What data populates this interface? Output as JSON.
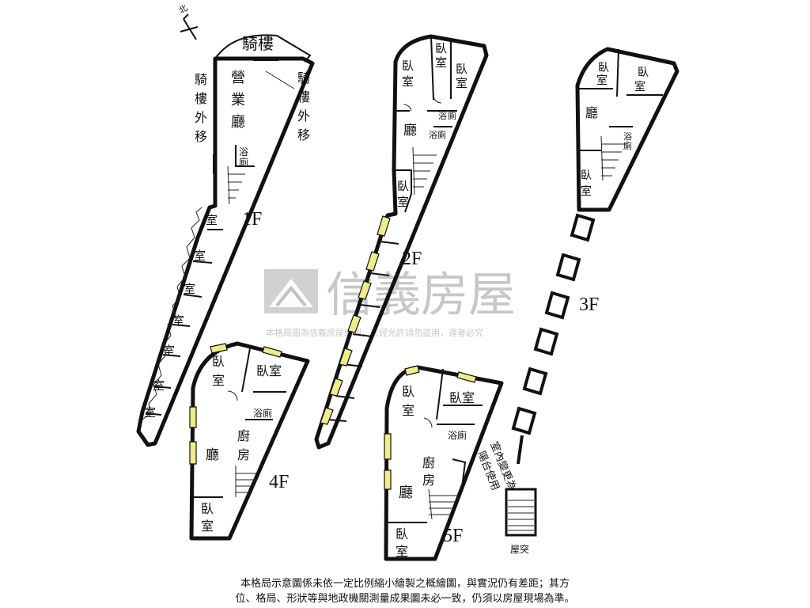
{
  "north_label": "北",
  "floors": {
    "f1": {
      "name": "1F",
      "rooms": {
        "arcade": "騎樓",
        "business_hall": [
          "營",
          "業",
          "廳"
        ],
        "arcade_left": [
          "騎",
          "樓",
          "外",
          "移"
        ],
        "arcade_right": [
          "騎",
          "樓",
          "外",
          "移"
        ],
        "bath": [
          "浴",
          "廁"
        ],
        "rooms": [
          "室",
          "室",
          "室",
          "室",
          "室",
          "室",
          "室"
        ]
      }
    },
    "f2": {
      "name": "2F",
      "rooms": {
        "bed_a": [
          "臥",
          "室"
        ],
        "bed_b": [
          "臥",
          "室"
        ],
        "bed_c": [
          "臥",
          "室"
        ],
        "hall": "廳",
        "bath": [
          "浴",
          "廁"
        ],
        "bath2": "浴廁",
        "bed_d": [
          "臥",
          "室"
        ]
      }
    },
    "f3": {
      "name": "3F",
      "rooms": {
        "bed_a": [
          "臥",
          "室"
        ],
        "bed_b": [
          "臥",
          "室"
        ],
        "hall": "廳",
        "bath": [
          "浴",
          "廁"
        ],
        "bed_c": [
          "臥",
          "室"
        ]
      }
    },
    "f4": {
      "name": "4F",
      "rooms": {
        "bed_a": [
          "臥",
          "室"
        ],
        "bed_b": "臥室",
        "bath": "浴廁",
        "kitchen": [
          "廚",
          "房"
        ],
        "hall": "廳",
        "bed_c": [
          "臥",
          "室"
        ]
      }
    },
    "f5": {
      "name": "5F",
      "rooms": {
        "bed_a": [
          "臥",
          "室"
        ],
        "bed_b": "臥室",
        "bath": "浴廁",
        "kitchen": [
          "廚",
          "房"
        ],
        "hall": "廳",
        "bed_c": [
          "臥",
          "室"
        ],
        "note": [
          "室內變更為",
          "陽台使用"
        ]
      }
    }
  },
  "roof": {
    "label": "屋突"
  },
  "watermark": {
    "brand": "信義房屋",
    "notice": "本格局圖為信義房屋繪製，未經允許請勿盜用，違者必究"
  },
  "disclaimer": {
    "line1": "本格局示意圖係未依一定比例縮小繪製之概繪圖，與實況仍有差距；其方",
    "line2": "位、格局、形狀等與地政機關測量成果圖未必一致，仍須以房屋現場為準。"
  },
  "colors": {
    "window": "#f1ec8a",
    "line": "#111111",
    "watermark": "#9a9a9a"
  }
}
